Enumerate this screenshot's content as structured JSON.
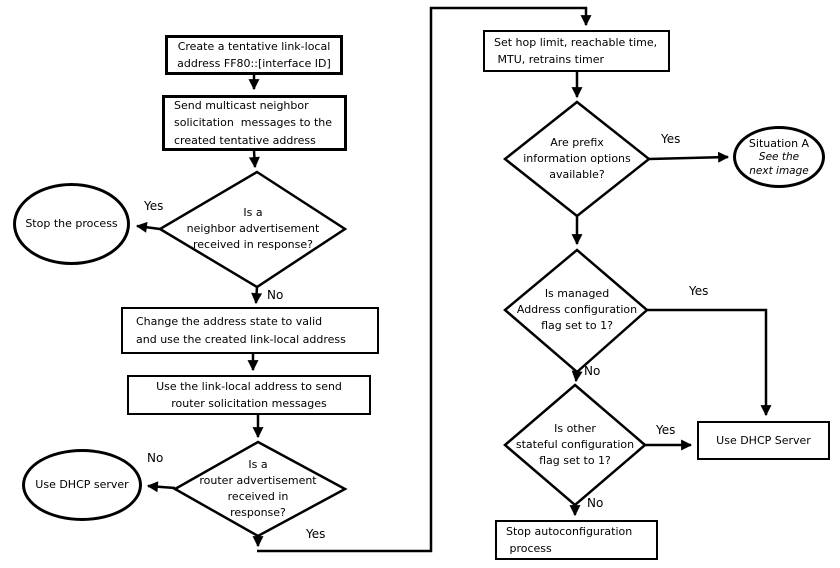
{
  "colors": {
    "line": "#000000",
    "background": "#ffffff"
  },
  "nodes": {
    "create_tentative": {
      "text": "Create a tentative link-local\naddress FF80::[interface ID]"
    },
    "send_multicast": {
      "text": "Send multicast neighbor\nsolicitation  messages to the\ncreated tentative address"
    },
    "neighbor_decision": {
      "text": "Is a\nneighbor advertisement\nreceived in response?"
    },
    "stop_process": {
      "text": "Stop the process"
    },
    "change_state": {
      "text": "Change the address state to valid\nand use the created link-local address"
    },
    "use_link_local": {
      "text": "Use the link-local address to send\nrouter solicitation messages"
    },
    "router_decision": {
      "text": "Is a\nrouter advertisement\nreceived in\nresponse?"
    },
    "use_dhcp_ellipse": {
      "text": "Use DHCP server"
    },
    "set_hop_limit": {
      "text": "Set hop limit, reachable time,\n MTU, retrains timer"
    },
    "prefix_decision": {
      "text": "Are prefix\ninformation options\navailable?"
    },
    "situation_a": {
      "title": "Situation A",
      "subtitle": "See the\nnext image"
    },
    "managed_decision": {
      "text": "Is managed\nAddress configuration\nflag set to 1?"
    },
    "stateful_decision": {
      "text": "Is other\nstateful configuration\nflag set to 1?"
    },
    "use_dhcp_box": {
      "text": "Use DHCP Server"
    },
    "stop_autoconfig": {
      "text": "Stop autoconfiguration\n process"
    }
  },
  "labels": {
    "neighbor_yes": "Yes",
    "neighbor_no": "No",
    "router_no": "No",
    "router_yes": "Yes",
    "prefix_yes": "Yes",
    "managed_yes": "Yes",
    "managed_no": "No",
    "stateful_yes": "Yes",
    "stateful_no": "No"
  }
}
